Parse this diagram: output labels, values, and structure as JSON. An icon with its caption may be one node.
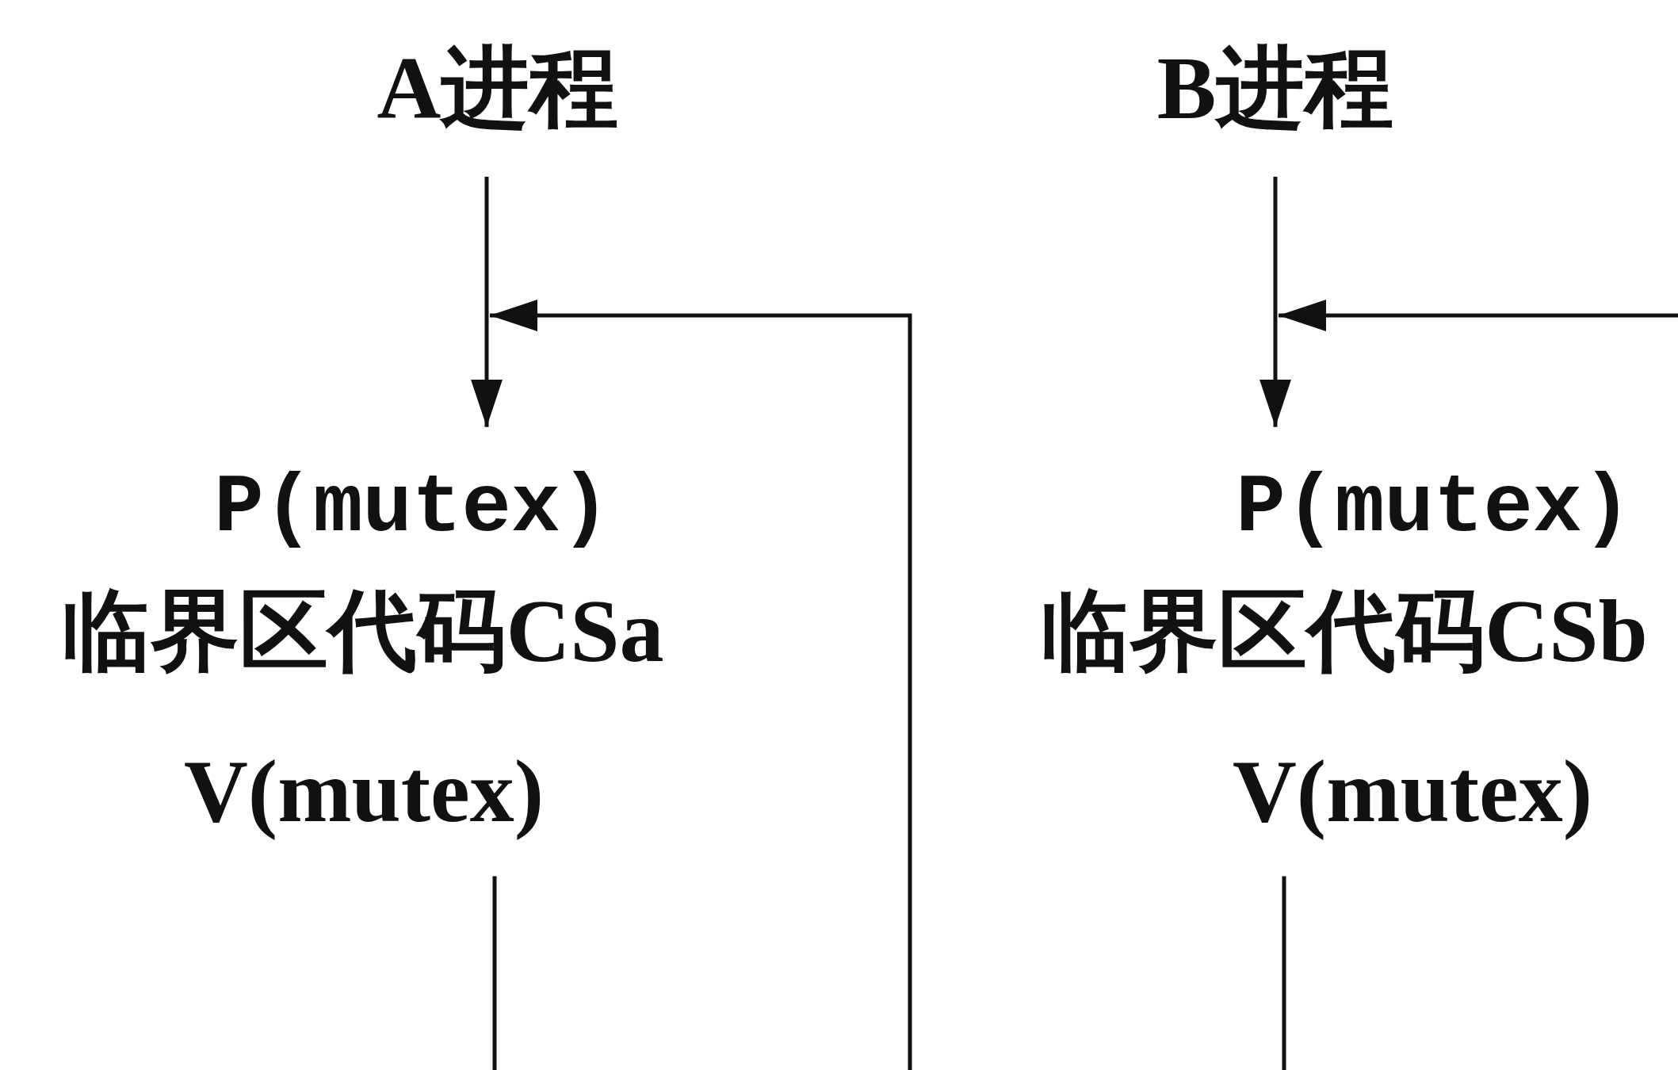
{
  "diagram": {
    "nodes": [
      {
        "text": [
          "A进程"
        ]
      },
      {
        "text": [
          "P(mutex)",
          "临界区代码CSa",
          "V(mutex)"
        ]
      },
      {
        "text": [
          "B进程"
        ]
      },
      {
        "text": [
          "P(mutex)",
          "临界区代码CSb",
          "V(mutex)"
        ]
      }
    ],
    "edges": [
      {
        "from": 0,
        "to": 1,
        "arrow": "to"
      },
      {
        "from": null,
        "to": 1,
        "arrow": "to"
      },
      {
        "from": 1,
        "to": null,
        "arrow": "none"
      },
      {
        "from": 2,
        "to": 3,
        "arrow": "to"
      },
      {
        "from": null,
        "to": 3,
        "arrow": "to"
      },
      {
        "from": 3,
        "to": null,
        "arrow": "none"
      }
    ]
  }
}
